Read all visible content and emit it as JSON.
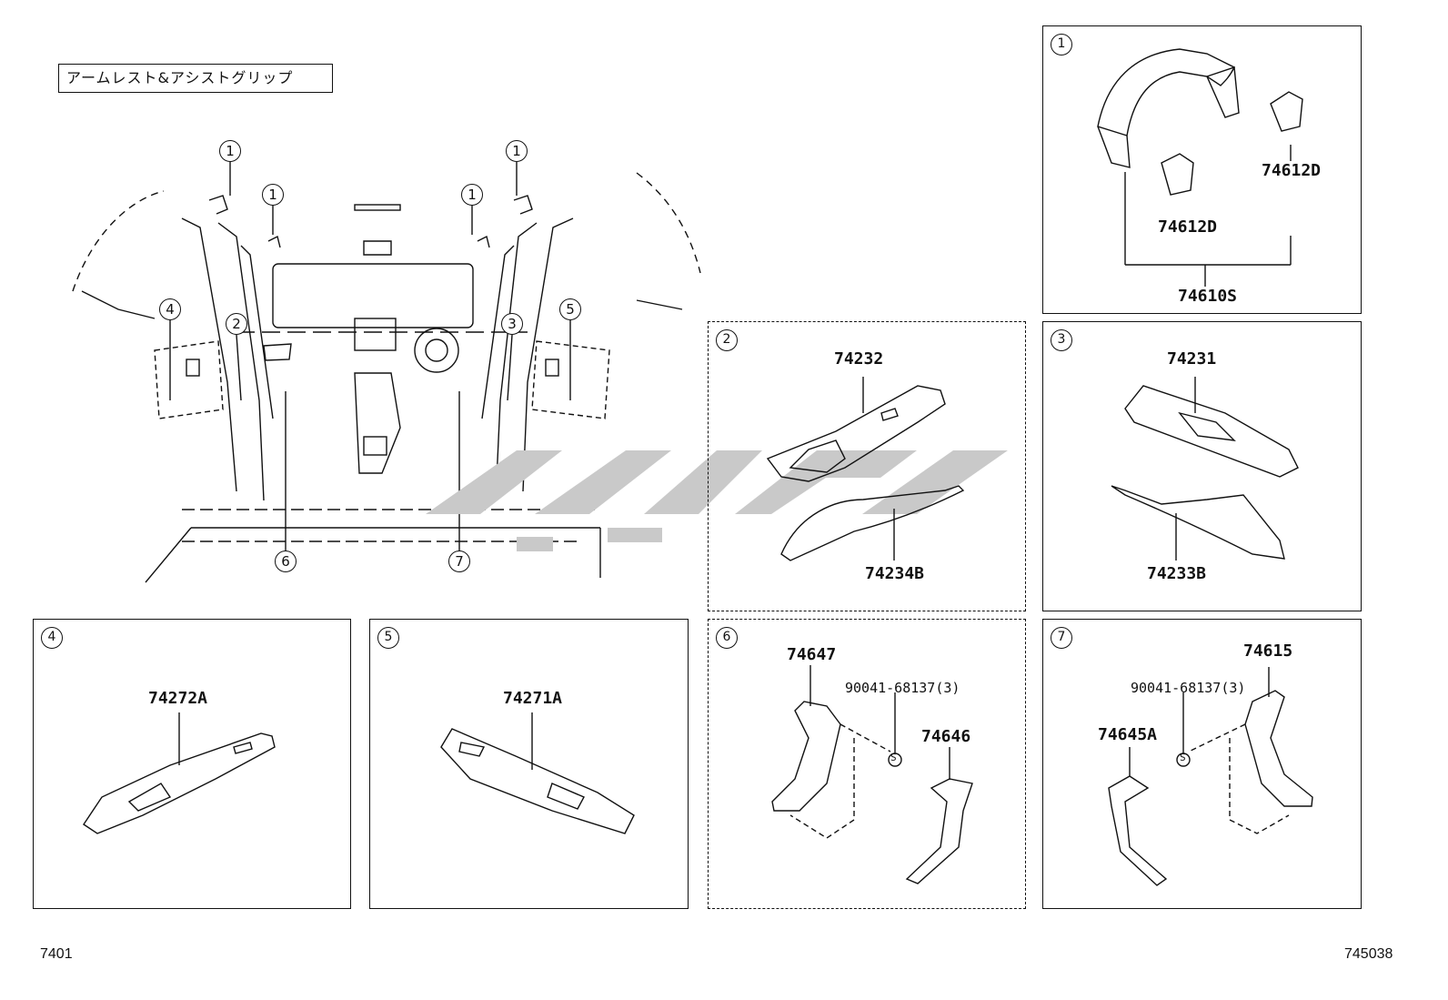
{
  "title": "アームレスト&アシストグリップ",
  "callouts": [
    "1",
    "1",
    "1",
    "1",
    "2",
    "3",
    "4",
    "5",
    "6",
    "7"
  ],
  "panels": {
    "p1": {
      "num": "1",
      "parts": [
        "74612D",
        "74612D",
        "74610S"
      ]
    },
    "p2": {
      "num": "2",
      "parts": [
        "74232",
        "74234B"
      ]
    },
    "p3": {
      "num": "3",
      "parts": [
        "74231",
        "74233B"
      ]
    },
    "p4": {
      "num": "4",
      "parts": [
        "74272A"
      ]
    },
    "p5": {
      "num": "5",
      "parts": [
        "74271A"
      ]
    },
    "p6": {
      "num": "6",
      "parts": [
        "74647",
        "74646"
      ],
      "bolt": "90041-68137(3)",
      "bolt_mark": "S"
    },
    "p7": {
      "num": "7",
      "parts": [
        "74615",
        "74645A"
      ],
      "bolt": "90041-68137(3)",
      "bolt_mark": "S"
    }
  },
  "footer": {
    "left": "7401",
    "right": "745038"
  }
}
